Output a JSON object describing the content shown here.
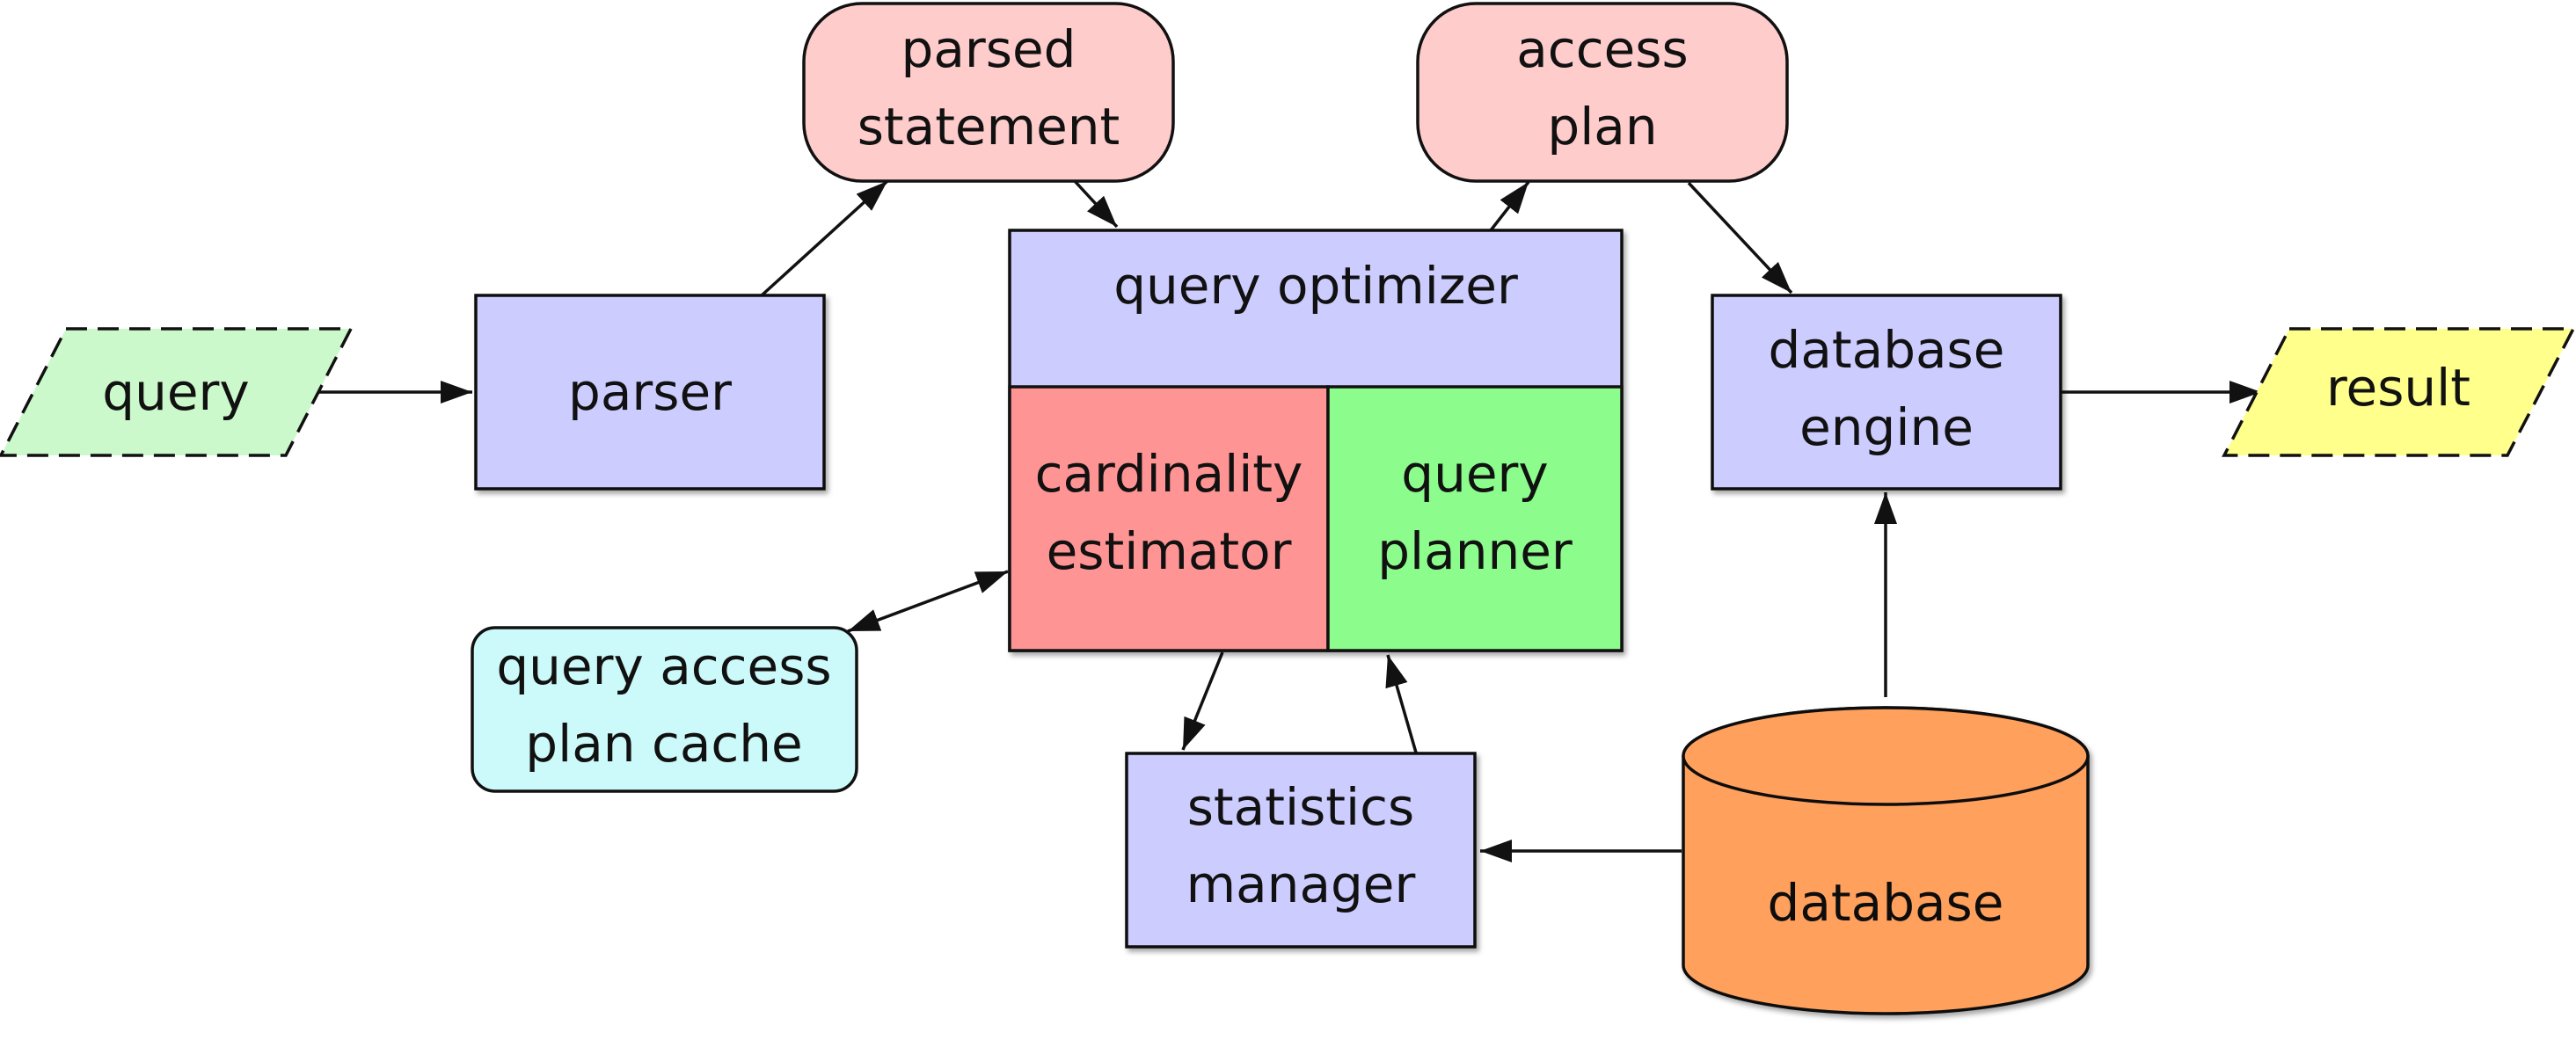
{
  "diagram": {
    "nodes": {
      "query": {
        "lines": [
          "query"
        ],
        "fill": "#ccf9cc"
      },
      "parser": {
        "lines": [
          "parser"
        ],
        "fill": "#ccccff"
      },
      "parsed_statement": {
        "lines": [
          "parsed",
          "statement"
        ],
        "fill": "#ffcccc"
      },
      "query_optimizer": {
        "lines": [
          "query optimizer"
        ],
        "fill": "#ccccff"
      },
      "cardinality_estimator": {
        "lines": [
          "cardinality",
          "estimator"
        ],
        "fill": "#ff9494"
      },
      "query_planner": {
        "lines": [
          "query",
          "planner"
        ],
        "fill": "#8cfc8c"
      },
      "access_plan": {
        "lines": [
          "access",
          "plan"
        ],
        "fill": "#ffcccc"
      },
      "database_engine": {
        "lines": [
          "database",
          "engine"
        ],
        "fill": "#ccccff"
      },
      "result": {
        "lines": [
          "result"
        ],
        "fill": "#ffff8c"
      },
      "query_access_plan_cache": {
        "lines": [
          "query access",
          "plan cache"
        ],
        "fill": "#ccf9f9"
      },
      "statistics_manager": {
        "lines": [
          "statistics",
          "manager"
        ],
        "fill": "#ccccff"
      },
      "database": {
        "lines": [
          "database"
        ],
        "fill": "#ffa05c"
      }
    },
    "edges": [
      {
        "from": "query",
        "to": "parser"
      },
      {
        "from": "parser",
        "to": "parsed_statement"
      },
      {
        "from": "parsed_statement",
        "to": "query_optimizer"
      },
      {
        "from": "query_optimizer",
        "to": "access_plan"
      },
      {
        "from": "access_plan",
        "to": "database_engine"
      },
      {
        "from": "database_engine",
        "to": "result"
      },
      {
        "from": "cardinality_estimator",
        "to": "query_access_plan_cache",
        "bidirectional": true
      },
      {
        "from": "cardinality_estimator",
        "to": "statistics_manager"
      },
      {
        "from": "statistics_manager",
        "to": "query_planner"
      },
      {
        "from": "database",
        "to": "statistics_manager"
      },
      {
        "from": "database",
        "to": "database_engine"
      }
    ]
  }
}
